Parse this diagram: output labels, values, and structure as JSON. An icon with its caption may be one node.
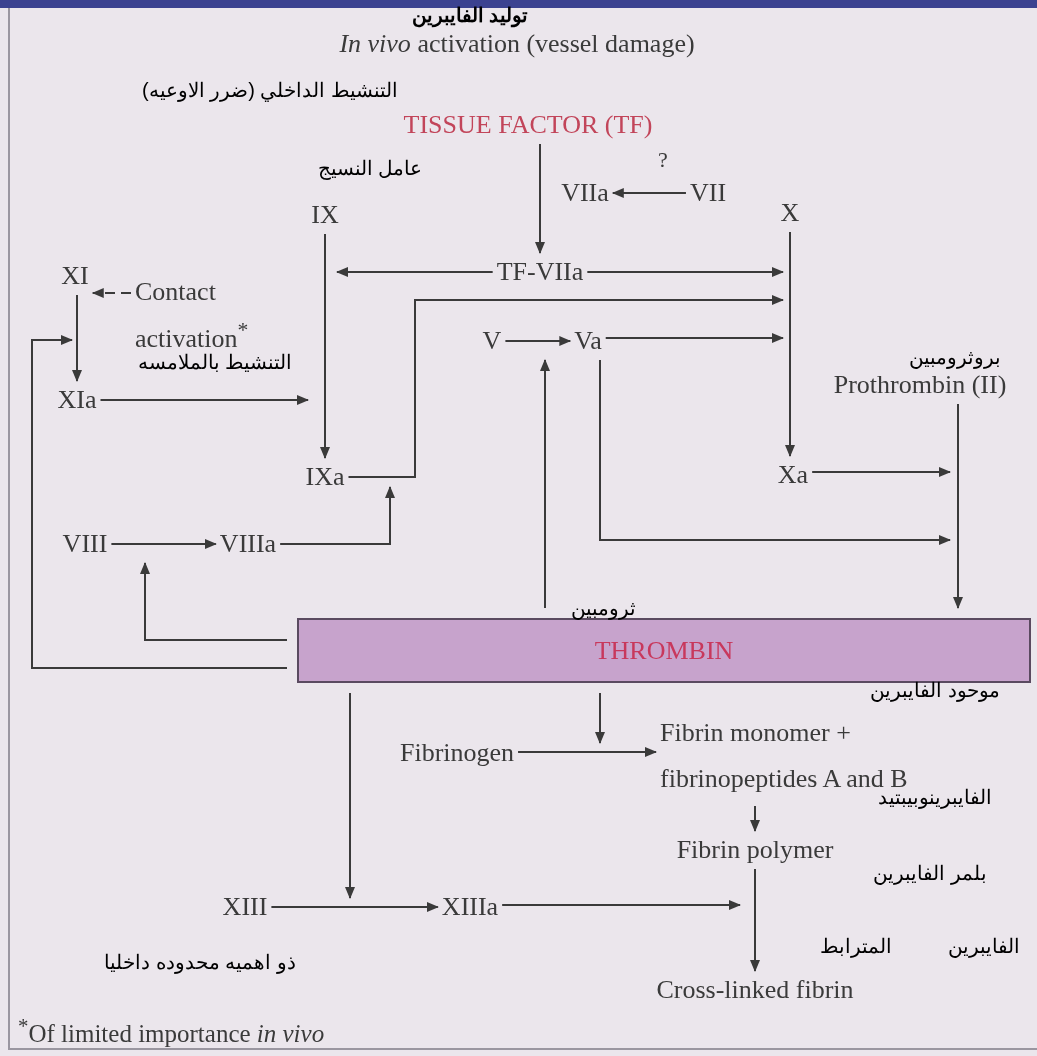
{
  "diagram": {
    "title": "توليد الفايبرين",
    "nodes": [
      {
        "text": [
          "*In vivo* activation (vessel damage)"
        ]
      },
      {
        "text": [
          "TISSUE FACTOR (TF)"
        ]
      },
      {
        "text": [
          "VIIa"
        ]
      },
      {
        "text": [
          "VII"
        ]
      },
      {
        "text": [
          "IX"
        ]
      },
      {
        "text": [
          "X"
        ]
      },
      {
        "text": [
          "TF-VIIa"
        ]
      },
      {
        "text": [
          "XI"
        ]
      },
      {
        "text": [
          "Contact activation$^{*}$"
        ]
      },
      {
        "text": [
          "V"
        ]
      },
      {
        "text": [
          "Va"
        ]
      },
      {
        "text": [
          "XIa"
        ]
      },
      {
        "text": [
          "Prothrombin (II)"
        ]
      },
      {
        "text": [
          "IXa"
        ]
      },
      {
        "text": [
          "Xa"
        ]
      },
      {
        "text": [
          "VIII"
        ]
      },
      {
        "text": [
          "VIIIa"
        ]
      },
      {
        "text": [
          "THROMBIN"
        ]
      },
      {
        "text": [
          "Fibrinogen"
        ]
      },
      {
        "text": [
          "Fibrin monomer + fibrinopeptides A and B"
        ]
      },
      {
        "text": [
          "Fibrin polymer"
        ]
      },
      {
        "text": [
          "XIII"
        ]
      },
      {
        "text": [
          "XIIIa"
        ]
      },
      {
        "text": [
          "Cross-linked fibrin"
        ]
      }
    ],
    "edges": [
      {
        "from": 1,
        "to": 6,
        "arrow": "to"
      },
      {
        "from": 3,
        "to": 2,
        "arrow": "to"
      },
      {
        "from": 4,
        "to": 13,
        "arrow": "to"
      },
      {
        "from": 6,
        "to": null,
        "arrow": "to"
      },
      {
        "from": 6,
        "to": null,
        "arrow": "to"
      },
      {
        "from": 5,
        "to": 14,
        "arrow": "to"
      },
      {
        "from": 7,
        "to": 11,
        "arrow": "to"
      },
      {
        "from": 8,
        "to": 7,
        "arrow": "to",
        "style": "dashed"
      },
      {
        "from": 11,
        "to": null,
        "arrow": "to"
      },
      {
        "from": 9,
        "to": 10,
        "arrow": "to"
      },
      {
        "from": 10,
        "to": null,
        "arrow": "to"
      },
      {
        "from": 13,
        "to": null,
        "arrow": "to"
      },
      {
        "from": 16,
        "to": null,
        "arrow": "to"
      },
      {
        "from": 15,
        "to": 16,
        "arrow": "to"
      },
      {
        "from": 14,
        "to": null,
        "arrow": "to"
      },
      {
        "from": 10,
        "to": null,
        "arrow": "to"
      },
      {
        "from": 12,
        "to": 17,
        "arrow": "to"
      },
      {
        "from": 17,
        "to": 10,
        "arrow": "to"
      },
      {
        "from": 17,
        "to": 15,
        "arrow": "to"
      },
      {
        "from": 17,
        "to": null,
        "arrow": "to"
      },
      {
        "from": 17,
        "to": null,
        "arrow": "to"
      },
      {
        "from": 17,
        "to": null,
        "arrow": "to"
      },
      {
        "from": 18,
        "to": 19,
        "arrow": "to"
      },
      {
        "from": 19,
        "to": 20,
        "arrow": "to"
      },
      {
        "from": 21,
        "to": 22,
        "arrow": "to"
      },
      {
        "from": 22,
        "to": null,
        "arrow": "to"
      },
      {
        "from": 20,
        "to": 23,
        "arrow": "to"
      }
    ],
    "labels": [
      "التنشيط الداخلي (ضرر الاوعيه)",
      "عامل النسيج",
      "?",
      "التنشيط بالملامسه",
      "بروثرومبين",
      "ثرومبين",
      "موحود الفايبرين",
      "الفايبرينوبيبتيد",
      "بلمر الفايبرين",
      "الفايبرين المترابط",
      "ذو اهميه محدوده داخليا",
      "$^{*}$Of limited importance *in vivo*"
    ]
  }
}
